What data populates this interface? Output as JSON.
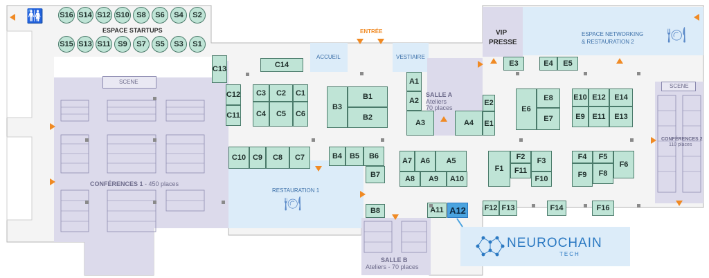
{
  "labels": {
    "startups": "ESPACE STARTUPS",
    "entree": "ENTRÉE",
    "accueil": "ACCUEIL",
    "vestiaire": "VESTIAIRE",
    "vip_line1": "VIP",
    "vip_line2": "PRESSE",
    "networking_line1": "ESPACE NETWORKING",
    "networking_line2": "& RESTAURATION 2",
    "scene_left": "SCENE",
    "scene_right": "SCENE",
    "conf1_name": "CONFÉRENCES 1",
    "conf1_places": " - 450 places",
    "conf2_name": "CONFÉRENCES 2",
    "conf2_places": "110 places",
    "salle_a_title": "SALLE A",
    "salle_a_line2": "Ateliers",
    "salle_a_line3": "70 places",
    "salle_b_title": "SALLE B",
    "salle_b_line2": "Ateliers - 70 places",
    "restauration1": "RESTAURATION 1",
    "brand_name": "NEUROCHAIN",
    "brand_sub": "TECH",
    "highlight": "A12"
  },
  "startup_top": [
    "S16",
    "S14",
    "S12",
    "S10",
    "S8",
    "S6",
    "S4",
    "S2"
  ],
  "startup_bottom": [
    "S15",
    "S13",
    "S11",
    "S9",
    "S7",
    "S5",
    "S3",
    "S1"
  ],
  "booths": {
    "c13": "C13",
    "c14": "C14",
    "c12": "C12",
    "c11": "C11",
    "c3": "C3",
    "c2": "C2",
    "c1": "C1",
    "c4": "C4",
    "c5": "C5",
    "c6": "C6",
    "c10": "C10",
    "c9": "C9",
    "c8": "C8",
    "c7": "C7",
    "b1": "B1",
    "b2": "B2",
    "b3": "B3",
    "b4": "B4",
    "b5": "B5",
    "b6": "B6",
    "b7": "B7",
    "b8": "B8",
    "a1": "A1",
    "a2": "A2",
    "a3": "A3",
    "a4": "A4",
    "a5": "A5",
    "a6": "A6",
    "a7": "A7",
    "a8": "A8",
    "a9": "A9",
    "a10": "A10",
    "a11": "A11",
    "e1": "E1",
    "e2": "E2",
    "e3": "E3",
    "e4": "E4",
    "e5": "E5",
    "e6": "E6",
    "e7": "E7",
    "e8": "E8",
    "e9": "E9",
    "e10": "E10",
    "e11": "E11",
    "e12": "E12",
    "e13": "E13",
    "e14": "E14",
    "f1": "F1",
    "f2": "F2",
    "f3": "F3",
    "f4": "F4",
    "f5": "F5",
    "f6": "F6",
    "f8": "F8",
    "f9": "F9",
    "f10": "F10",
    "f11": "F11",
    "f12": "F12",
    "f13": "F13",
    "f14": "F14",
    "f16": "F16"
  },
  "colors": {
    "booth_fill": "#bfe4d6",
    "booth_border": "#4a7a6a",
    "room_purple": "#dcdaeb",
    "zone_blue": "#dcecf9",
    "arrow_orange": "#f08a24",
    "highlight_blue": "#4aa3df",
    "brand_blue": "#2b79c2"
  },
  "icons": [
    "restroom-icon",
    "restaurant-icon",
    "neurochain-logo-icon",
    "entrance-arrow-icon"
  ]
}
